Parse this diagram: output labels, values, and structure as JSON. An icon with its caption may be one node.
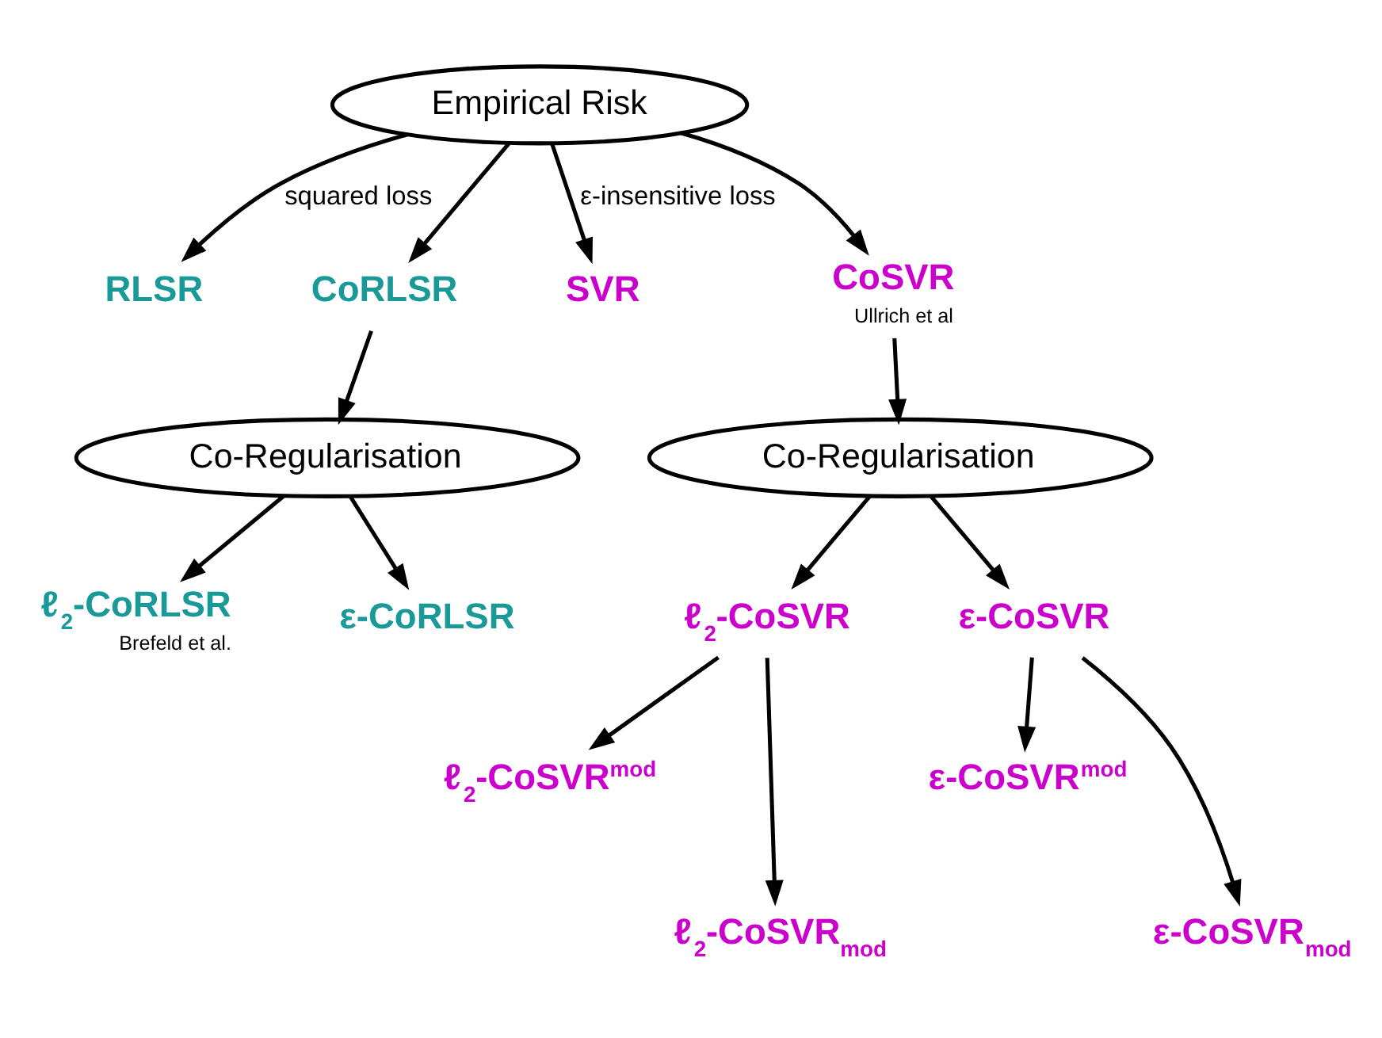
{
  "diagram": {
    "nodes": [
      {
        "text": [
          "Empirical Risk"
        ]
      },
      {
        "text": [
          "RLSR"
        ]
      },
      {
        "text": [
          "CoRLSR"
        ]
      },
      {
        "text": [
          "SVR"
        ]
      },
      {
        "text": [
          "CoSVR"
        ],
        "beside": [
          "Ullrich et al"
        ]
      },
      {
        "text": [
          "Co-Regularisation"
        ]
      },
      {
        "text": [
          "Co-Regularisation"
        ]
      },
      {
        "text": [
          "ℓ$_{2}$-CoRLSR"
        ],
        "beside": [
          "Brefeld et al."
        ]
      },
      {
        "text": [
          "ε-CoRLSR"
        ]
      },
      {
        "text": [
          "ℓ$_{2}$-CoSVR"
        ]
      },
      {
        "text": [
          "ε-CoSVR"
        ]
      },
      {
        "text": [
          "ℓ$_{2}$-CoSVR$^{mod}$"
        ]
      },
      {
        "text": [
          "ℓ$_{2}$-CoSVR$_{mod}$"
        ]
      },
      {
        "text": [
          "ε-CoSVR$^{mod}$"
        ]
      },
      {
        "text": [
          "ε-CoSVR$_{mod}$"
        ]
      }
    ],
    "edges": [
      {
        "from": 0,
        "to": 1,
        "arrow": "to",
        "label": "squared loss"
      },
      {
        "from": 0,
        "to": 2,
        "arrow": "to"
      },
      {
        "from": 0,
        "to": 3,
        "arrow": "to",
        "label": "ε-insensitive loss"
      },
      {
        "from": 0,
        "to": 4,
        "arrow": "to"
      },
      {
        "from": 2,
        "to": 5,
        "arrow": "to"
      },
      {
        "from": 4,
        "to": 6,
        "arrow": "to"
      },
      {
        "from": 5,
        "to": 7,
        "arrow": "to"
      },
      {
        "from": 5,
        "to": 8,
        "arrow": "to"
      },
      {
        "from": 6,
        "to": 9,
        "arrow": "to"
      },
      {
        "from": 6,
        "to": 10,
        "arrow": "to"
      },
      {
        "from": 9,
        "to": 11,
        "arrow": "to"
      },
      {
        "from": 9,
        "to": 12,
        "arrow": "to"
      },
      {
        "from": 10,
        "to": 13,
        "arrow": "to"
      },
      {
        "from": 10,
        "to": 14,
        "arrow": "to"
      }
    ]
  }
}
